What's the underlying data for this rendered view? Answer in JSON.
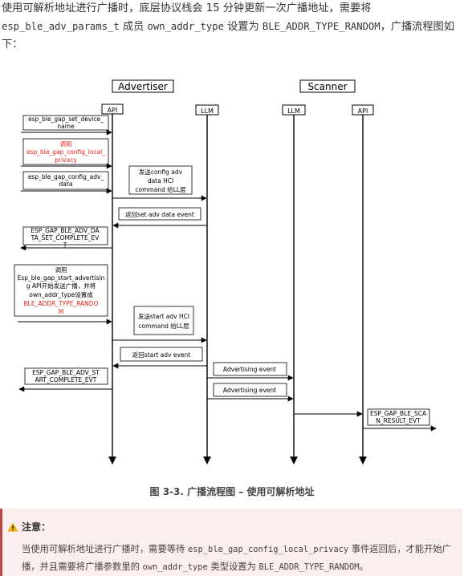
{
  "intro": {
    "t1": "使用可解析地址进行广播时，底层协议栈会 15 分钟更新一次广播地址，需要将",
    "code1": "esp_ble_adv_params_t",
    "t2": " 成员 ",
    "code2": "own_addr_type",
    "t3": " 设置为 ",
    "code3": "BLE_ADDR_TYPE_RANDOM",
    "t4": "，广播流程图如下："
  },
  "diagram": {
    "advertiser_label": "Advertiser",
    "scanner_label": "Scanner",
    "lanes": {
      "api_left": "API",
      "llm_left": "LLM",
      "llm_right": "LLM",
      "api_right": "API"
    },
    "set_device_name": [
      "esp_ble_gap_set_device_",
      "name"
    ],
    "config_local_privacy": [
      "调用",
      "esp_ble_gap_config_local_",
      "privacy"
    ],
    "config_adv_data": [
      "esp_ble_gap_config_adv_",
      "data"
    ],
    "send_config_adv": [
      "发送config adv",
      "data HCI",
      "command 给LL层"
    ],
    "return_set_adv": "返回set adv data event",
    "adv_data_set_complete": [
      "ESP_GAP_BLE_ADV_DA",
      "TA_SET_COMPLETE_EV",
      "T"
    ],
    "start_advertising": [
      "调用",
      "Esp_ble_gap_start_advertisin",
      "g API开始发送广播，并将",
      "own_addr_type设置成",
      "BLE_ADDR_TYPE_RANDO",
      "M"
    ],
    "send_start_adv": [
      "发送start adv HCI",
      "command 给LL层"
    ],
    "return_start_adv": "返回start adv event",
    "adv_start_complete": [
      "ESP_GAP_BLE_ADV_ST",
      "ART_COMPLETE_EVT"
    ],
    "advertising_event_1": "Advertising event",
    "advertising_event_2": "Advertising event",
    "scan_result": [
      "ESP_GAP_BLE_SCA",
      "N_RESULT_EVT"
    ]
  },
  "caption": "图 3-3. 广播流程图 – 使用可解析地址",
  "note": {
    "title": "注意：",
    "t1": "当使用可解析地址进行广播时，需要等待 ",
    "code1": "esp_ble_gap_config_local_privacy",
    "t2": " 事件返回后，才能开始广播，并且需要将广播参数里的 ",
    "code2": "own_addr_type",
    "t3": " 类型设置为 ",
    "code3": "BLE_ADDR_TYPE_RANDOM",
    "t4": "。"
  },
  "colors": {
    "highlight_red": "#e8211c",
    "note_bg": "#fbeeee",
    "note_border": "#b94a48",
    "warning": "#f0b400"
  }
}
